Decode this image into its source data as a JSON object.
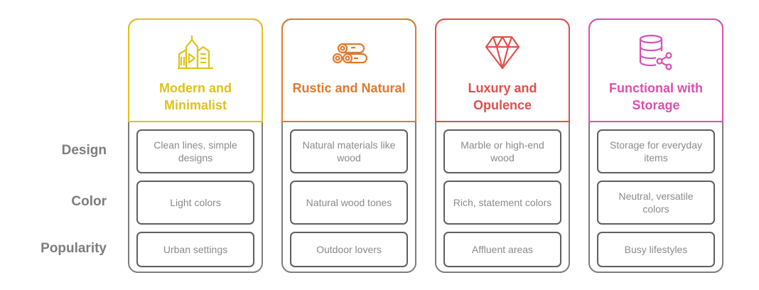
{
  "rows": {
    "design": "Design",
    "color": "Color",
    "popularity": "Popularity"
  },
  "columns": [
    {
      "title": "Modern and Minimalist",
      "icon": "city-buildings-icon",
      "accent": "#e0c21c",
      "design": "Clean lines, simple designs",
      "color": "Light colors",
      "popularity": "Urban settings"
    },
    {
      "title": "Rustic and Natural",
      "icon": "wood-logs-icon",
      "accent": "#e07a2e",
      "design": "Natural materials like wood",
      "color": "Natural wood tones",
      "popularity": "Outdoor lovers"
    },
    {
      "title": "Luxury and Opulence",
      "icon": "diamond-icon",
      "accent": "#e0504a",
      "design": "Marble or high-end wood",
      "color": "Rich, statement colors",
      "popularity": "Affluent areas"
    },
    {
      "title": "Functional with Storage",
      "icon": "database-share-icon",
      "accent": "#dc4fb0",
      "design": "Storage for everyday items",
      "color": "Neutral, versatile colors",
      "popularity": "Busy lifestyles"
    }
  ]
}
